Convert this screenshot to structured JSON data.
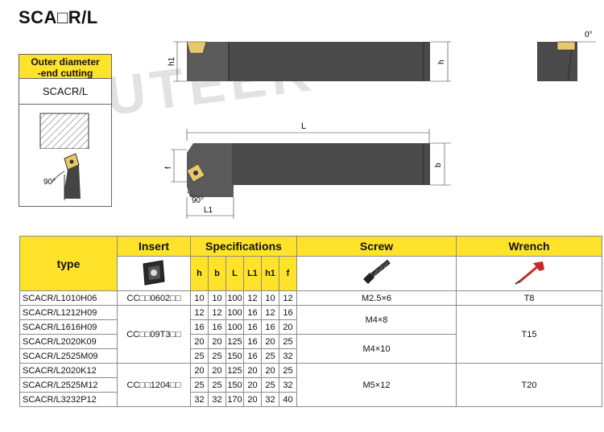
{
  "title": "SCA□R/L",
  "watermark": "KCUTEEK",
  "card": {
    "header_line1": "Outer diameter",
    "header_line2": "-end cutting",
    "code": "SCACR/L",
    "angle_label": "90°"
  },
  "drawing": {
    "h1": "h1",
    "h": "h",
    "L": "L",
    "f": "f",
    "b": "b",
    "L1": "L1",
    "angle_90": "90°",
    "angle_0": "0°"
  },
  "colors": {
    "yellow": "#ffe32a",
    "body": "#4a4a4a",
    "insert": "#e8c96a",
    "wrench": "#c62828"
  },
  "table": {
    "headers": {
      "type": "type",
      "insert": "Insert",
      "specs": "Specifications",
      "screw": "Screw",
      "wrench": "Wrench"
    },
    "spec_cols": [
      "h",
      "b",
      "L",
      "L1",
      "h1",
      "f"
    ],
    "rows": [
      {
        "type": "SCACR/L1010H06",
        "vals": [
          "10",
          "10",
          "100",
          "12",
          "10",
          "12"
        ]
      },
      {
        "type": "SCACR/L1212H09",
        "vals": [
          "12",
          "12",
          "100",
          "16",
          "12",
          "16"
        ]
      },
      {
        "type": "SCACR/L1616H09",
        "vals": [
          "16",
          "16",
          "100",
          "16",
          "16",
          "20"
        ]
      },
      {
        "type": "SCACR/L2020K09",
        "vals": [
          "20",
          "20",
          "125",
          "16",
          "20",
          "25"
        ]
      },
      {
        "type": "SCACR/L2525M09",
        "vals": [
          "25",
          "25",
          "150",
          "16",
          "25",
          "32"
        ]
      },
      {
        "type": "SCACR/L2020K12",
        "vals": [
          "20",
          "20",
          "125",
          "20",
          "20",
          "25"
        ]
      },
      {
        "type": "SCACR/L2525M12",
        "vals": [
          "25",
          "25",
          "150",
          "20",
          "25",
          "32"
        ]
      },
      {
        "type": "SCACR/L3232P12",
        "vals": [
          "32",
          "32",
          "170",
          "20",
          "32",
          "40"
        ]
      }
    ],
    "inserts": [
      "CC□□0602□□",
      "CC□□09T3□□",
      "CC□□1204□□"
    ],
    "screws": [
      "M2.5×6",
      "M4×8",
      "M4×10",
      "M5×12"
    ],
    "wrenches": [
      "T8",
      "T15",
      "T20"
    ]
  }
}
